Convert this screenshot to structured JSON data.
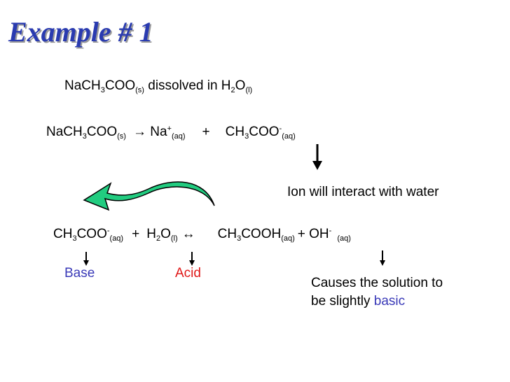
{
  "title": "Example # 1",
  "line1": {
    "formula_pre": "NaCH",
    "sub1": "3",
    "formula_post": "COO",
    "state": "(s)",
    "text": " dissolved in H",
    "h2o_sub": "2",
    "o": "O",
    "h2o_state": "(l)"
  },
  "line2": {
    "r1_pre": "NaCH",
    "r1_sub": "3",
    "r1_post": "COO",
    "r1_state": "(s)",
    "arrow": "→",
    "p1": "Na",
    "p1_charge": "+",
    "p1_state": "(aq)",
    "plus": "+",
    "p2_pre": "CH",
    "p2_sub": "3",
    "p2_post": "COO",
    "p2_charge": "-",
    "p2_state": "(aq)"
  },
  "ion_note": "Ion will interact with water",
  "line3": {
    "r1_pre": "CH",
    "r1_sub": "3",
    "r1_post": "COO",
    "r1_charge": "-",
    "r1_state": "(aq)",
    "plus1": "+",
    "r2_pre": "H",
    "r2_sub": "2",
    "r2_post": "O",
    "r2_state": "(l)",
    "arrow": "↔",
    "p1_pre": "CH",
    "p1_sub": "3",
    "p1_post": "COOH",
    "p1_state": "(aq)",
    "plus2": "+ OH",
    "p2_charge": "-",
    "p2_state": "(aq)"
  },
  "base_label": "Base",
  "acid_label": "Acid",
  "causes_line1": "Causes the solution to",
  "causes_line2_pre": "be slightly ",
  "causes_line2_word": "basic",
  "colors": {
    "title": "#2a3bb0",
    "base": "#3a3ab8",
    "acid": "#e01818",
    "curved_arrow_fill": "#22cc80"
  }
}
